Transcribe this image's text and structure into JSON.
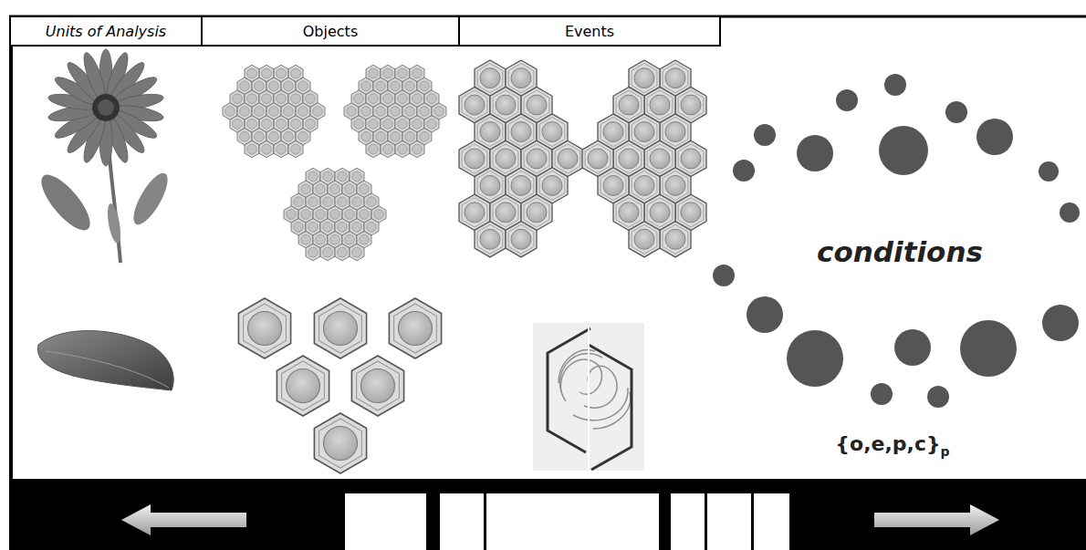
{
  "diagram": {
    "nodes": [
      {
        "text": [
          "Units of Analysis"
        ]
      },
      {
        "text": [
          "Objects"
        ]
      },
      {
        "text": [
          "Events"
        ]
      }
    ],
    "labels": [
      "conditions",
      "{o,e,p,c}",
      "p"
    ]
  }
}
